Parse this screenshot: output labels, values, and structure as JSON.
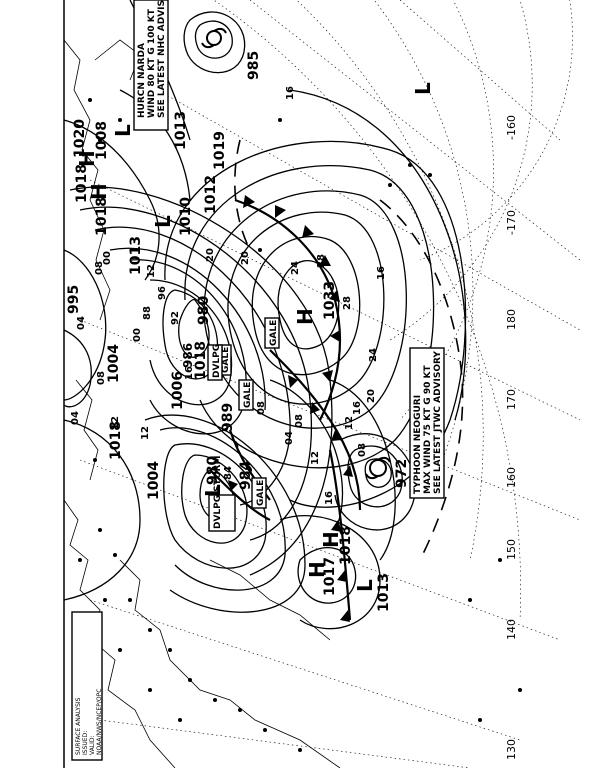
{
  "map": {
    "pressure_centers": [
      {
        "type": "H",
        "value": "1020"
      },
      {
        "type": "L",
        "value": "1008"
      },
      {
        "type": "H",
        "value": "1018"
      },
      {
        "type": "H",
        "value": "1018"
      },
      {
        "type": "L",
        "value": "1013"
      },
      {
        "type": "L",
        "value": "1010"
      },
      {
        "type": "L",
        "value": "1012"
      },
      {
        "type": "L",
        "value": "1019"
      },
      {
        "type": "L",
        "value": "1013"
      },
      {
        "type": "L",
        "value": "995"
      },
      {
        "type": "L",
        "value": "1004"
      },
      {
        "type": "L",
        "value": "1006"
      },
      {
        "type": "L",
        "value": "1018"
      },
      {
        "type": "L",
        "value": "1004"
      },
      {
        "type": "L",
        "value": "980"
      },
      {
        "type": "L",
        "value": "986"
      },
      {
        "type": "L",
        "value": "1018"
      },
      {
        "type": "L",
        "value": "980"
      },
      {
        "type": "L",
        "value": "984"
      },
      {
        "type": "L",
        "value": "989"
      },
      {
        "type": "H",
        "value": "1033"
      },
      {
        "type": "L",
        "value": "972"
      },
      {
        "type": "H",
        "value": "1018"
      },
      {
        "type": "H",
        "value": "1017"
      },
      {
        "type": "L",
        "value": "1013"
      },
      {
        "type": "L",
        "value": "985"
      }
    ],
    "warning_labels": [
      "GALE",
      "GALE",
      "GALE",
      "DVLPG GALE",
      "DVLPG STORM",
      "GALE"
    ],
    "advisories": [
      {
        "line1": "HURCN NARDA",
        "line2": "WIND 80 KT G 100 KT",
        "line3": "SEE LATEST NHC ADVISORY"
      },
      {
        "line1": "TYPHOON NEOGURI",
        "line2": "MAX WIND 75 KT G 90 KT",
        "line3": "SEE LATEST JTWC ADVISORY"
      }
    ],
    "longitude_labels": [
      "-160",
      "-170",
      "180",
      "170",
      "160",
      "150",
      "140",
      "130"
    ],
    "isobar_labels": [
      "16",
      "20",
      "24",
      "28",
      "28",
      "20",
      "16",
      "12",
      "08",
      "04",
      "00",
      "96",
      "92",
      "88",
      "84",
      "16",
      "12",
      "08",
      "04",
      "00",
      "12",
      "08",
      "04",
      "08",
      "12",
      "16",
      "20",
      "24",
      "16",
      "12",
      "08"
    ],
    "legend_lines": [
      "SURFACE ANALYSIS",
      "ISSUED:",
      "VALID:",
      "NOAA/NWS/NCEP/OPC"
    ]
  }
}
